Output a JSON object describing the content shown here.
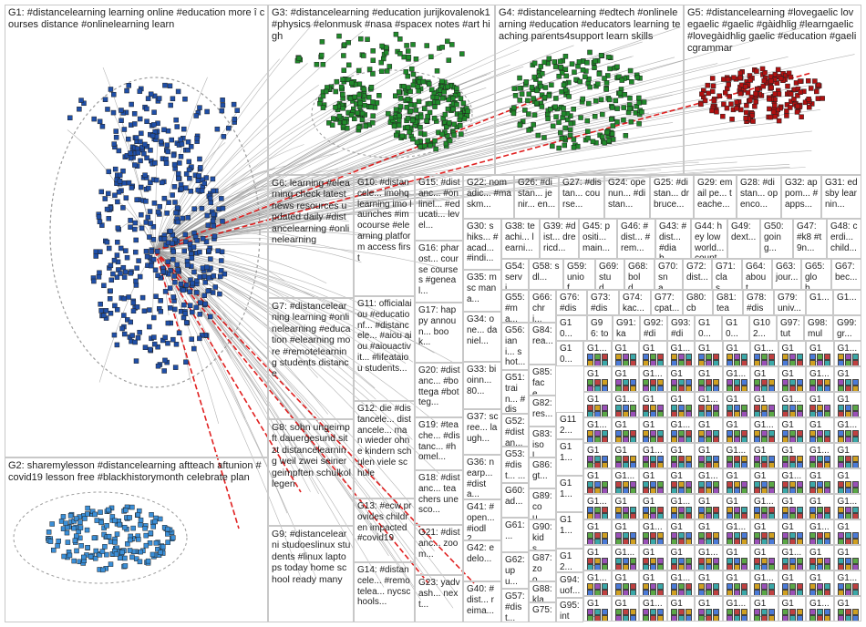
{
  "groups": {
    "G1": "G1: #distancelearning learning online #education more î courses distance #onlinelearning learn",
    "G2": "G2: sharemylesson #distancelearning aftteach aftunion #covid19 lesson free #blackhistorymonth celebrate plan",
    "G3": "G3: #distancelearning #education jurijkovalenok1 #physics #elonmusk #nasa #spacex notes #art high",
    "G4": "G4: #distancelearning #edtech #onlinelearning #education #educators learning teaching parents4support learn skills",
    "G5": "G5: #distancelearning #lovegaelic lovegaelic #gaelic #gàidhlig #learngaelic #lovegàidhlig gaelic #education #gaelicgrammar",
    "G6": "G6: learning #elearning check latest news resources updated daily #distancelearning #onlinelearning",
    "G7": "G7: #distancelearning learning #onlinelearning #education #elearning more #remotelearning students distance",
    "G8": "G8: sohn ungeimpft dauergesund sitzt distancelearning weil zwei seiner geimpften schulkollegen",
    "G9": "G9: #distancelearni studoeslinux students #linux laptops today home school ready many",
    "G10": "G10: #distancele... imohq learning imo launches #imocourse #elearning platform access first",
    "G11": "G11: officialaiou #educationf... #distancele... #aiou aiou #aiouactivit... #lifeataiou students...",
    "G12": "G12: die #distancele... distancele... man wieder ohne kindern schulen viele schule",
    "G13": "G13: #ecw provides children impacted #covid19",
    "G14": "G14: #distancele... #remotelea... nycschools...",
    "G15": "G15: #distanc... #onlinel... #educati... level...",
    "G16": "G16: pharost... course courses #geneal...",
    "G17": "G17: happy announ... book...",
    "G18": "G18: #distanc... teachers unesco...",
    "G19": "G19: #teache... #distanc... #homel...",
    "G20": "G20: #distanc... #bottega #botteg...",
    "G21": "G21: #distanc... zoom...",
    "G22": "G22: nomadic... #maskm...",
    "G23": "G23: yadvash... next...",
    "G24": "G24: openun... #distan...",
    "G25": "G25: #distan... drbruce...",
    "G26": "G26: #distan... jenir... en...",
    "G27": "G27: #distan... course...",
    "G28": "G28: #distan... openco...",
    "G29": "G29: email pe... teache...",
    "G30": "G30: shiks... #acad... #indi...",
    "G31": "G31: edsby learnin...",
    "G32": "G32: appom... #apps...",
    "G33": "G33: bioinn... 80...",
    "G34": "G34: one... daniel...",
    "G35": "G35: msc mana...",
    "G36": "G36: nearp... #dista...",
    "G37": "G37: scree... laugh...",
    "G38": "G38: teachi... learni...",
    "G39": "G39: #dist... drericd...",
    "G40": "G40: #dist... reima...",
    "G41": "G41: #open... #iodl2...",
    "G42": "G42: edelo...",
    "G43": "G43: #dist... #diab...",
    "G44": "G44: hey lowworld... countr...",
    "G45": "G45: positi... main...",
    "G46": "G46: #dist... #rem...",
    "G47": "G47: #k8 #t9n...",
    "G48": "G48: cerdi... child...",
    "G49": "G49: dext...",
    "G50": "G50: going...",
    "G51": "G51: train... #dist...",
    "G52": "G52: #distan...",
    "G53": "G53: #dist... ...",
    "G54": "G54: servi...",
    "G55": "G55: #ma...",
    "G56": "G56: iani... shot...",
    "G57": "G57: #dist...",
    "G58": "G58: sdl...",
    "G59": "G59: uniof...",
    "G60": "G60: ad...",
    "G61": "G61: ...",
    "G62": "G62: upu...",
    "G63": "G63: jour...",
    "G64": "G64: about...",
    "G65": "G65: glob...",
    "G66": "G66: chri...",
    "G67": "G67: bec...",
    "G68": "G68: bold...",
    "G69": "G69: stud...",
    "G70": "G70: sna...",
    "G71": "G71: clas...",
    "G72": "G72: dist...",
    "G73": "G73: #dist...",
    "G74": "G74: kac...",
    "G75": "G75: ...",
    "G76": "G76: #dist...",
    "G77": "G77: cpat...",
    "G78": "G78: #dist...",
    "G79": "G79: univ...",
    "G80": "G80: cbm...",
    "G81": "G81: teac...",
    "G82": "G82: res...",
    "G83": "G83: isol...",
    "G84": "G84: rea...",
    "G85": "G85: face...",
    "G86": "G86: gt...",
    "G87": "G87: zoo...",
    "G88": "G88: klas...",
    "G89": "G89: cou...",
    "G90": "G90: kids...",
    "G91": "G91: kac...",
    "G92": "G92: #dis...",
    "G93": "G93: #dis...",
    "G94": "G94: uof...",
    "G95": "G95: inte...",
    "G96": "G96: tom...",
    "G97": "G97: tuto...",
    "G98": "G98: mult...",
    "G99": "G99: gr...",
    "G1xx": "G1...",
    "G10x": "G10...",
    "G11x": "G11...",
    "G12x": "G12...",
    "G102": "G102...",
    "G112": "G112..."
  },
  "palette": {
    "edge": "#9a9a9a",
    "edge_red": "#e02020",
    "node_blue": "#1f4fa8",
    "node_green": "#1f8a2a",
    "node_red": "#b01010",
    "node_lightblue": "#3a8fd8"
  }
}
